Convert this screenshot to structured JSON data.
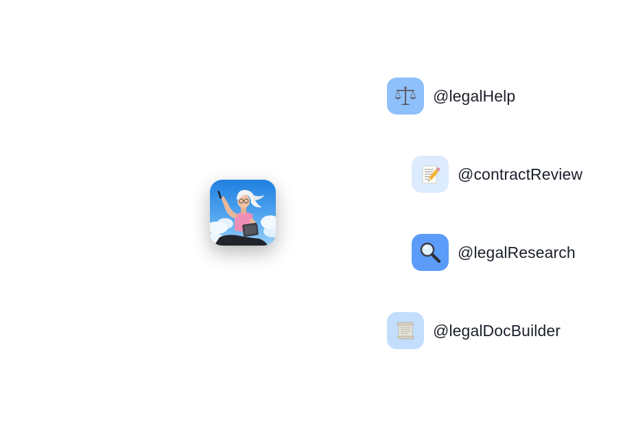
{
  "agents": [
    {
      "handle": "@legalHelp",
      "icon": "scales-icon",
      "bg": "#8ec0fb"
    },
    {
      "handle": "@contractReview",
      "icon": "memo-pencil-icon",
      "bg": "#dcebfe"
    },
    {
      "handle": "@legalResearch",
      "icon": "magnifier-icon",
      "bg": "#5c9cf9"
    },
    {
      "handle": "@legalDocBuilder",
      "icon": "scroll-icon",
      "bg": "#c3ddfd"
    }
  ],
  "colors": {
    "text": "#1b1f2a",
    "background": "#ffffff"
  }
}
